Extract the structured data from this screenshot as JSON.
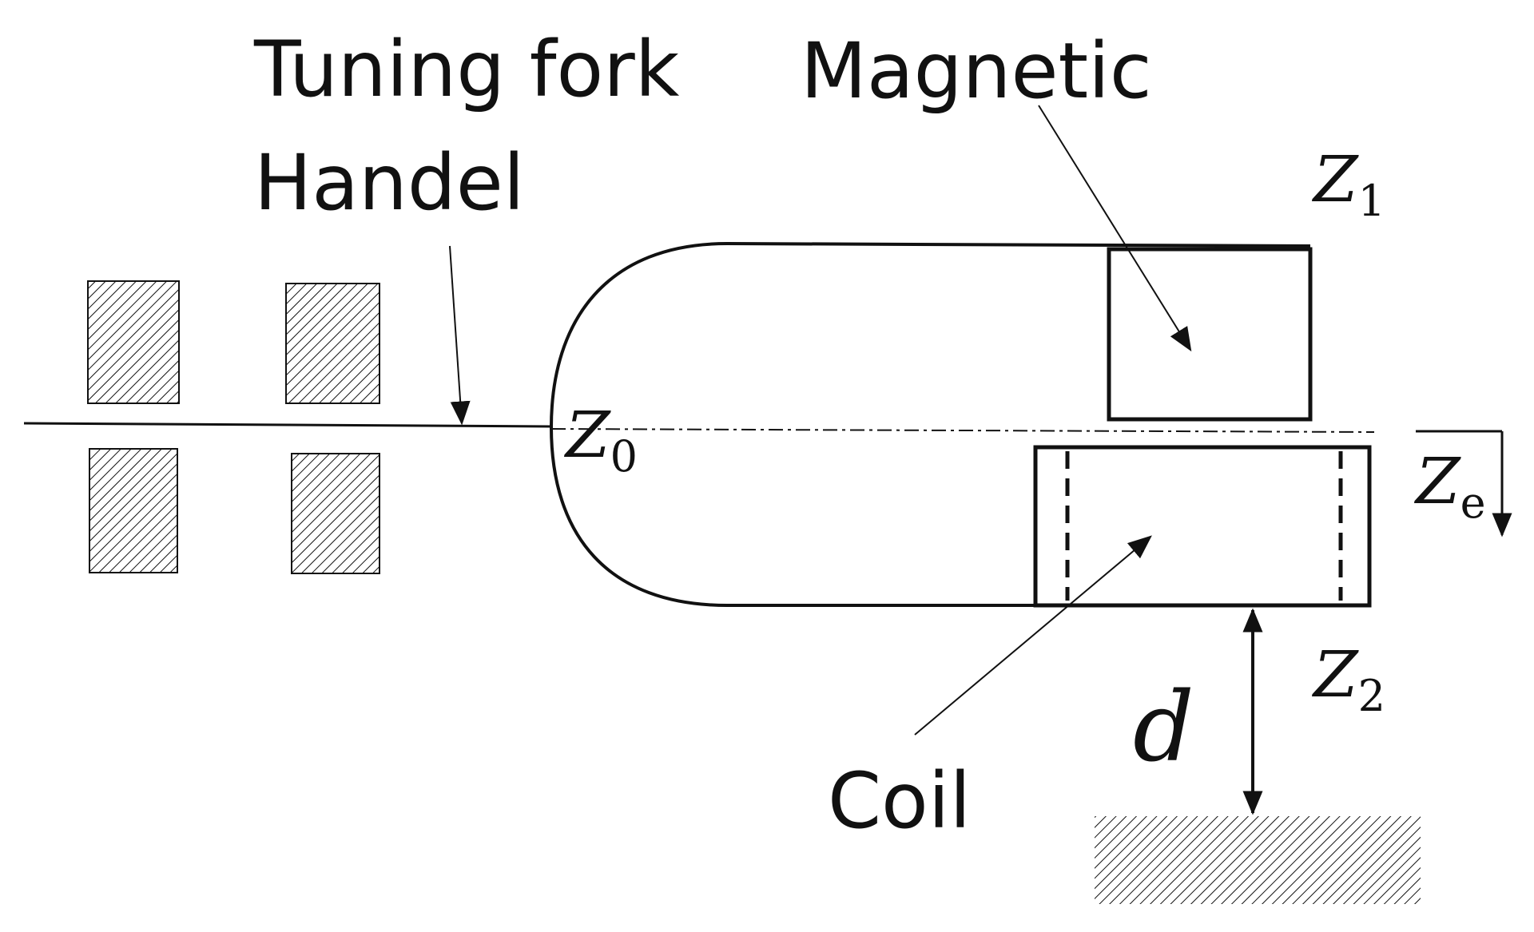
{
  "labels": {
    "tuning_fork": "Tuning fork",
    "handel": "Handel",
    "magnetic": "Magnetic",
    "coil": "Coil"
  },
  "symbols": {
    "z0": {
      "base": "Z",
      "sub": "0"
    },
    "z1": {
      "base": "Z",
      "sub": "1"
    },
    "z2": {
      "base": "Z",
      "sub": "2"
    },
    "ze": {
      "base": "Z",
      "sub": "e"
    },
    "d": "d"
  },
  "colors": {
    "ink": "#111111",
    "background": "#ffffff"
  }
}
